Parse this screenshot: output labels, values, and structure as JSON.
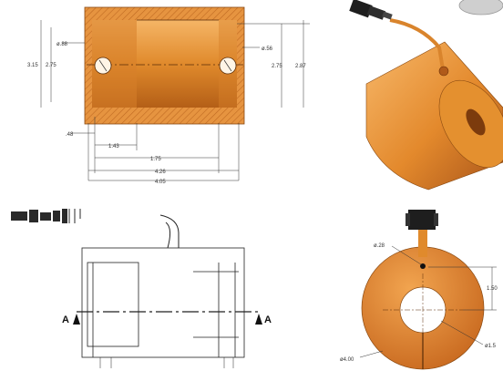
{
  "views": {
    "section": {
      "dims": {
        "hole_dia": "ø.88",
        "right_note": "ø.56",
        "height_outer": "3.15",
        "height_inner": "2.75",
        "height_right_1": "2.75",
        "height_right_2": "2.87",
        "offset_small": ".48",
        "width_1": "1.43",
        "width_2": "1.75",
        "width_3": "4.26",
        "width_4": "4.05"
      }
    },
    "front": {
      "section_mark_left": "A",
      "section_mark_right": "A"
    },
    "end": {
      "dims": {
        "top_hole": "ø.28",
        "right_height": "1.50",
        "outer_dia": "ø4.00",
        "bottom_right": "ø1.5"
      }
    }
  },
  "colors": {
    "body": "#e08a2c",
    "body_light": "#f5b566",
    "body_dark": "#b45f17",
    "hatch": "#c97728",
    "line": "#222222",
    "bracket": "#2a2a2a"
  }
}
